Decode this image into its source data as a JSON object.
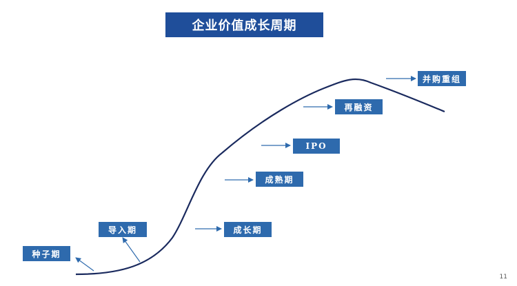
{
  "title": "企业价值成长周期",
  "stages": [
    {
      "label": "种子期"
    },
    {
      "label": "导入期"
    },
    {
      "label": "成长期"
    },
    {
      "label": "成熟期"
    },
    {
      "label": "IPO"
    },
    {
      "label": "再融资"
    },
    {
      "label": "并购重组"
    }
  ],
  "page_number": "11",
  "colors": {
    "title_bg": "#1f4e9a",
    "label_bg": "#2e6aad",
    "curve": "#1a2a5e",
    "arrow": "#2e6aad"
  }
}
